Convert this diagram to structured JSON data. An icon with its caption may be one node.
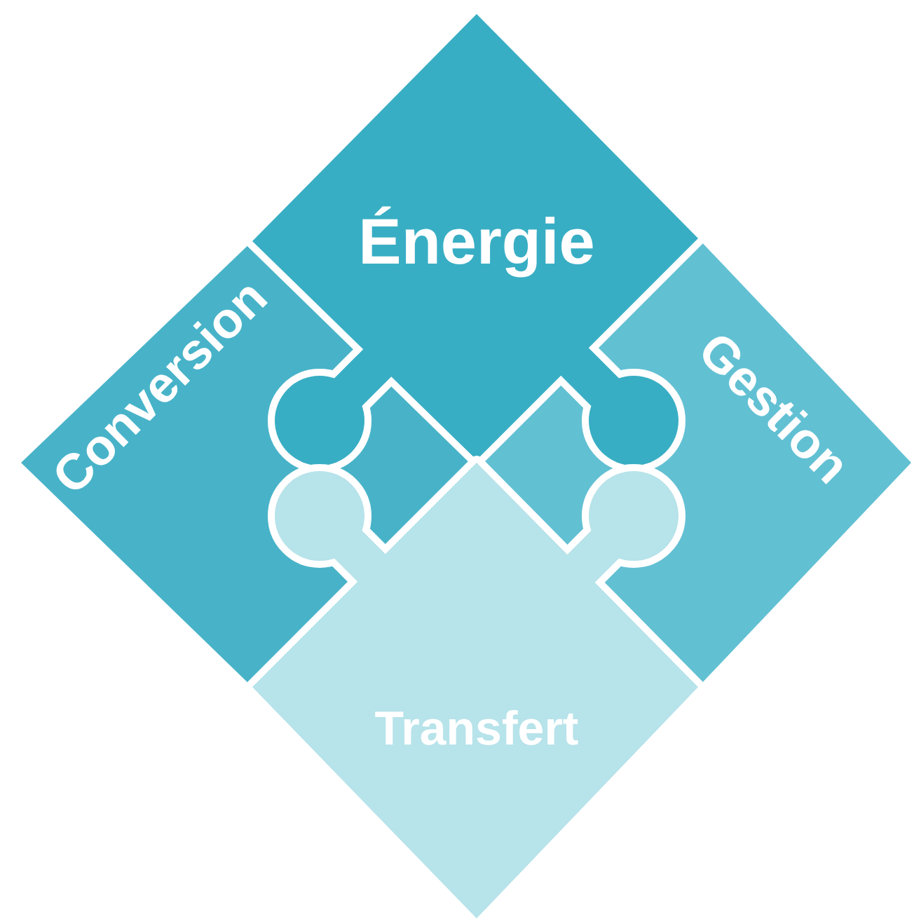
{
  "diagram": {
    "nodes": [
      {
        "text": [
          "Énergie"
        ]
      },
      {
        "text": [
          "Conversion"
        ]
      },
      {
        "text": [
          "Gestion"
        ]
      },
      {
        "text": [
          "Transfert"
        ]
      }
    ]
  }
}
